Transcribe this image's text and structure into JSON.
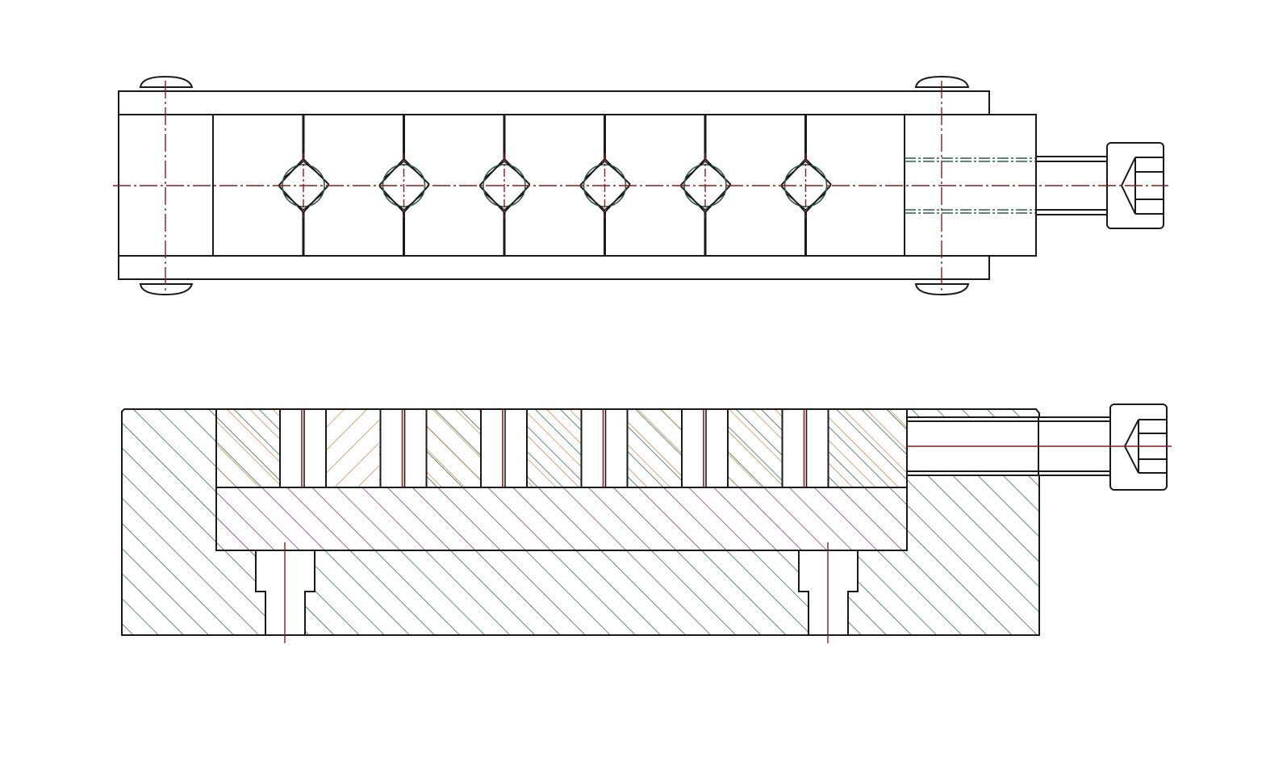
{
  "colors": {
    "outline": "#1a1a1a",
    "centerline": "#8b1c1c",
    "hidden": "#2e5e46",
    "hatch_body": "#1e5a3c",
    "hatch_jaws": "#c8803a",
    "hatch_base": "#6a2a6e"
  },
  "views": [
    {
      "name": "top-view",
      "holes": 6,
      "bolts": 4,
      "icons": [
        "hex-nut-icon",
        "bolt-head-icon"
      ]
    },
    {
      "name": "section-view",
      "slots": 6,
      "counterbored_holes": 2,
      "icons": [
        "hex-nut-icon"
      ]
    }
  ]
}
